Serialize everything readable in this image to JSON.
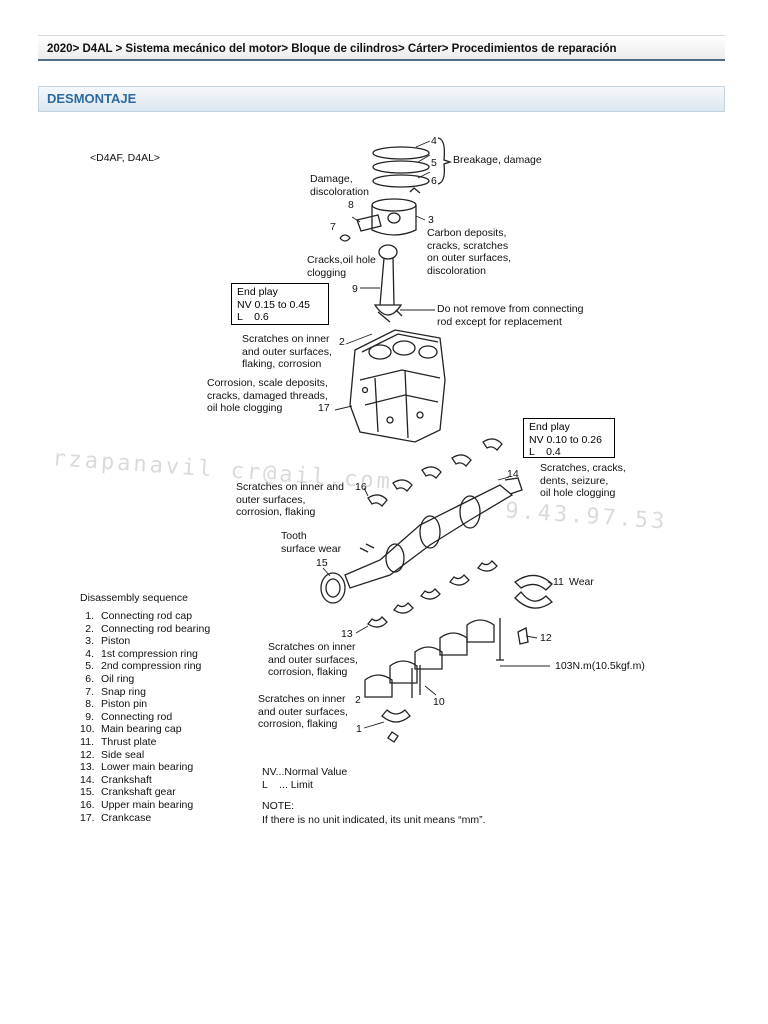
{
  "breadcrumb": "2020> D4AL > Sistema mecánico del motor> Bloque de cilindros> Cárter> Procedimientos de reparación",
  "section_title": "DESMONTAJE",
  "figure": {
    "model_label": "<D4AF, D4AL>",
    "labels": {
      "breakage": "Breakage, damage",
      "damage_discoloration": "Damage,\ndiscoloration",
      "carbon": "Carbon deposits,\ncracks, scratches\non outer surfaces,\ndiscoloration",
      "cracks_oil": "Cracks,oil hole\nclogging",
      "do_not_remove": "Do not remove from connecting\nrod except for replacement",
      "scratch_2_top": "Scratches on inner\nand outer surfaces,\nflaking, corrosion",
      "corrosion_17": "Corrosion, scale deposits,\ncracks, damaged threads,\noil hole clogging",
      "scratch_16": "Scratches on inner and\nouter surfaces,\ncorrosion, flaking",
      "scratch_14": "Scratches, cracks,\ndents, seizure,\noil hole clogging",
      "tooth": "Tooth\nsurface wear",
      "wear_11": "Wear",
      "scratch_13": "Scratches on inner\nand outer surfaces,\ncorrosion, flaking",
      "scratch_1": "Scratches on inner\nand outer surfaces,\ncorrosion, flaking",
      "torque": "103N.m(10.5kgf.m)"
    },
    "numbers": {
      "n1": "1",
      "n2a": "2",
      "n2b": "2",
      "n3": "3",
      "n4": "4",
      "n5": "5",
      "n6": "6",
      "n7": "7",
      "n8": "8",
      "n9": "9",
      "n10": "10",
      "n11": "11",
      "n12": "12",
      "n13": "13",
      "n14": "14",
      "n15": "15",
      "n16": "16",
      "n17": "17"
    },
    "end_play_1": {
      "title": "End play",
      "nv": "NV 0.15 to 0.45",
      "l": "L    0.6"
    },
    "end_play_2": {
      "title": "End play",
      "nv": "NV 0.10 to 0.26",
      "l": "L    0.4"
    },
    "legend": {
      "nv": "NV...Normal Value",
      "l": "L    ... Limit"
    },
    "note": {
      "title": "NOTE:",
      "text": "If there is no unit indicated, its unit means “mm”."
    },
    "sequence_title": "Disassembly sequence",
    "sequence": [
      {
        "n": "1.",
        "label": "Connecting rod cap"
      },
      {
        "n": "2.",
        "label": "Connecting rod bearing"
      },
      {
        "n": "3.",
        "label": "Piston"
      },
      {
        "n": "4.",
        "label": "1st compression ring"
      },
      {
        "n": "5.",
        "label": "2nd compression ring"
      },
      {
        "n": "6.",
        "label": "Oil ring"
      },
      {
        "n": "7.",
        "label": "Snap ring"
      },
      {
        "n": "8.",
        "label": "Piston pin"
      },
      {
        "n": "9.",
        "label": "Connecting rod"
      },
      {
        "n": "10.",
        "label": "Main bearing cap"
      },
      {
        "n": "11.",
        "label": "Thrust plate"
      },
      {
        "n": "12.",
        "label": "Side seal"
      },
      {
        "n": "13.",
        "label": "Lower main bearing"
      },
      {
        "n": "14.",
        "label": "Crankshaft"
      },
      {
        "n": "15.",
        "label": "Crankshaft gear"
      },
      {
        "n": "16.",
        "label": "Upper main bearing"
      },
      {
        "n": "17.",
        "label": "Crankcase"
      }
    ],
    "watermark": "rzapanavil cr@ail.com",
    "watermark_phone": "9.43.97.53"
  }
}
